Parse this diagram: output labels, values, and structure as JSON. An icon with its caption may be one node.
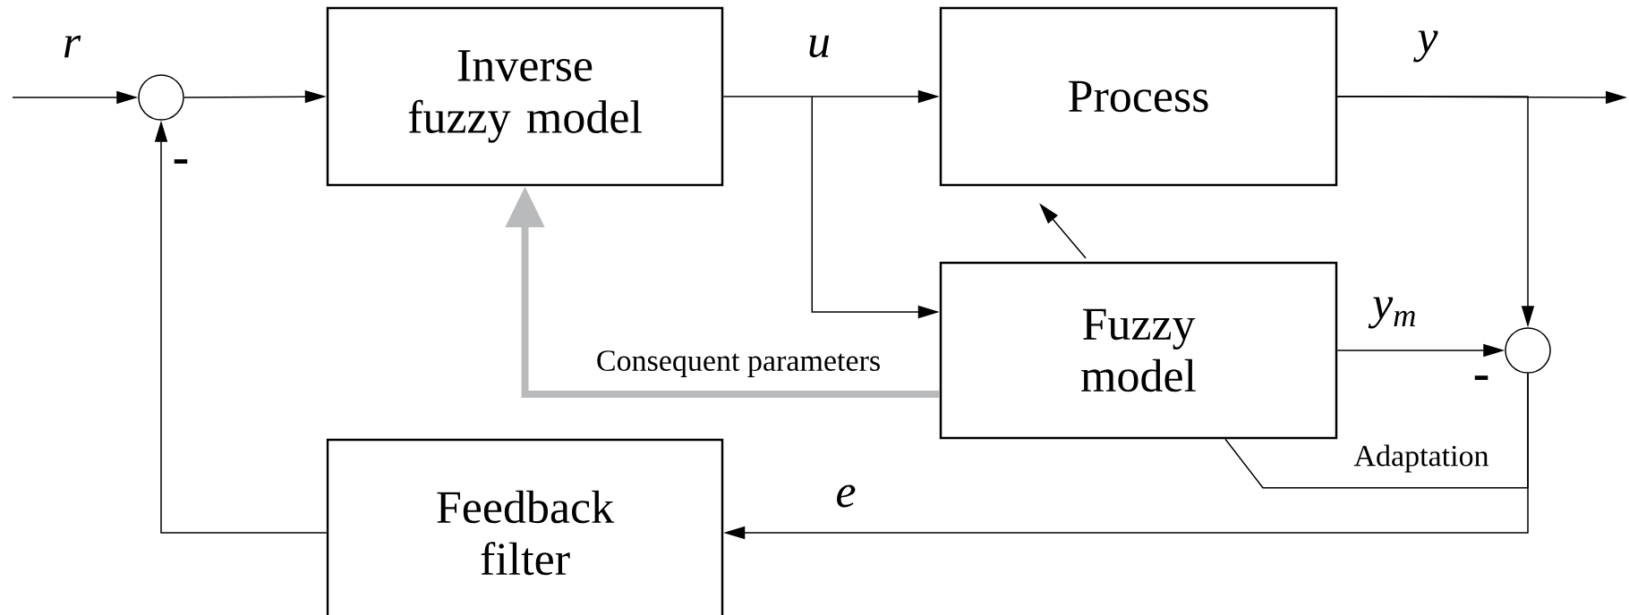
{
  "diagram": {
    "nodes": [
      {
        "text": [],
        "shape": "circle"
      },
      {
        "text": [
          "Inverse fuzzy model"
        ]
      },
      {
        "text": [
          "Process"
        ]
      },
      {
        "text": [
          "Fuzzy model"
        ]
      },
      {
        "text": [],
        "shape": "circle"
      },
      {
        "text": [
          "Feedback filter"
        ]
      }
    ],
    "edges": [
      {
        "from": null,
        "to": 0,
        "arrow": "to",
        "label": "r"
      },
      {
        "from": 0,
        "to": 1,
        "arrow": "to"
      },
      {
        "from": 1,
        "to": 2,
        "arrow": "to",
        "label": "u"
      },
      {
        "from": 1,
        "to": 3,
        "arrow": "to"
      },
      {
        "from": 2,
        "to": null,
        "arrow": "to",
        "label": "y"
      },
      {
        "from": 2,
        "to": 4,
        "arrow": "to"
      },
      {
        "from": 3,
        "to": 4,
        "arrow": "to",
        "label": "y$_{m}$"
      },
      {
        "from": 4,
        "to": 5,
        "arrow": "to",
        "label": "e"
      },
      {
        "from": 5,
        "to": 0,
        "arrow": "to"
      },
      {
        "from": 3,
        "to": 1,
        "arrow": "to",
        "label": "Consequent parameters",
        "style": "thick",
        "color": "#b8babc"
      },
      {
        "from": 4,
        "to": 3,
        "arrow": "none",
        "label": "Adaptation"
      },
      {
        "from": 3,
        "to": 2,
        "arrow": "to"
      }
    ],
    "labels": [
      "-",
      "-"
    ]
  }
}
